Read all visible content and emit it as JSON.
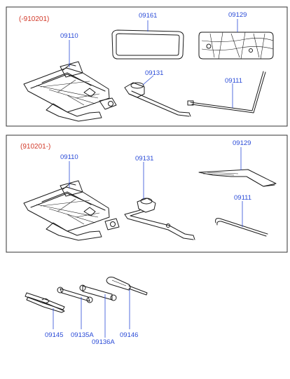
{
  "groups": [
    {
      "range": "(-910201)",
      "parts": [
        "09110",
        "09161",
        "09129",
        "09131",
        "09111"
      ]
    },
    {
      "range": "(910201-)",
      "parts": [
        "09110",
        "09131",
        "09129",
        "09111"
      ]
    }
  ],
  "loose_parts": [
    "09145",
    "09135A",
    "09136A",
    "09146"
  ],
  "colors": {
    "label": "#2a4bd7",
    "range": "#d23a2a",
    "line": "#1a1a1a"
  }
}
